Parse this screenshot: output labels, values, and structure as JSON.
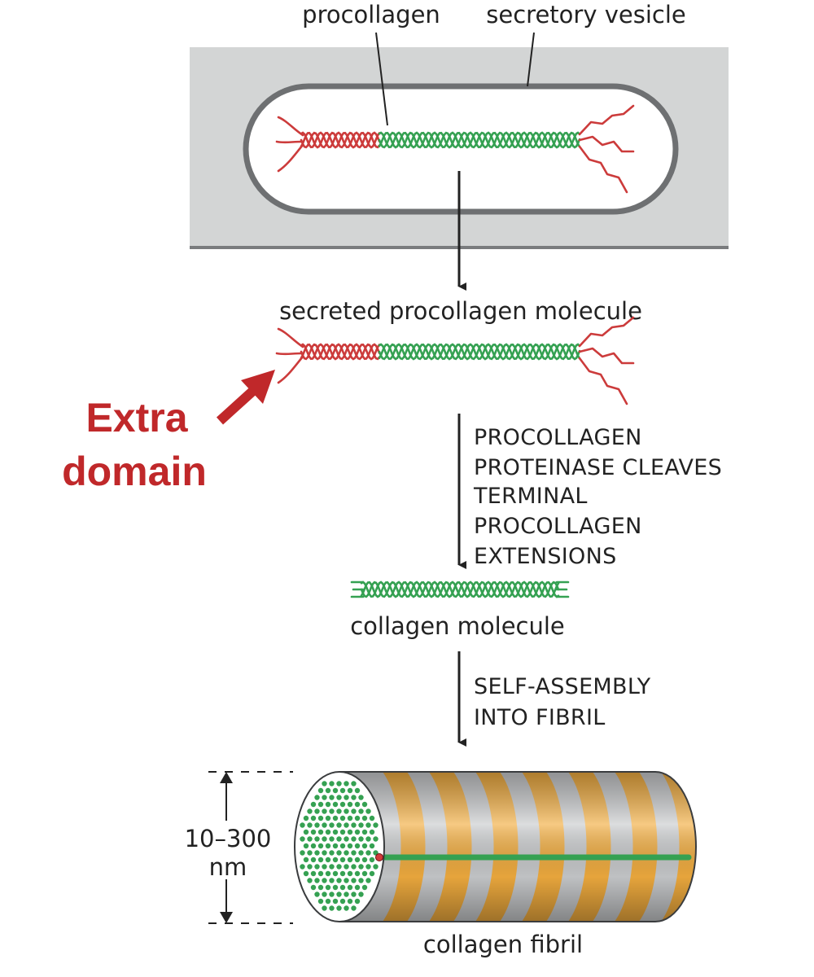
{
  "labels": {
    "procollagen": "procollagen",
    "secretory_vesicle": "secretory vesicle",
    "secreted_molecule": "secreted procollagen molecule",
    "collagen_molecule": "collagen molecule",
    "collagen_fibril": "collagen fibril"
  },
  "extra_domain": {
    "line1": "Extra",
    "line2": "domain"
  },
  "steps": {
    "cleavage": [
      "PROCOLLAGEN",
      "PROTEINASE CLEAVES",
      "TERMINAL",
      "PROCOLLAGEN",
      "EXTENSIONS"
    ],
    "assembly": [
      "SELF-ASSEMBLY",
      "INTO FIBRIL"
    ]
  },
  "dimension": {
    "line1": "10–300",
    "line2": "nm"
  },
  "colors": {
    "propeptide_red": "#cc3b3b",
    "collagen_green": "#35a152",
    "annotation_red": "#c0282a",
    "cell_gray": "#d3d5d5",
    "fibril_orange": "#f2ad3f",
    "fibril_gray": "#c9cbcd"
  }
}
